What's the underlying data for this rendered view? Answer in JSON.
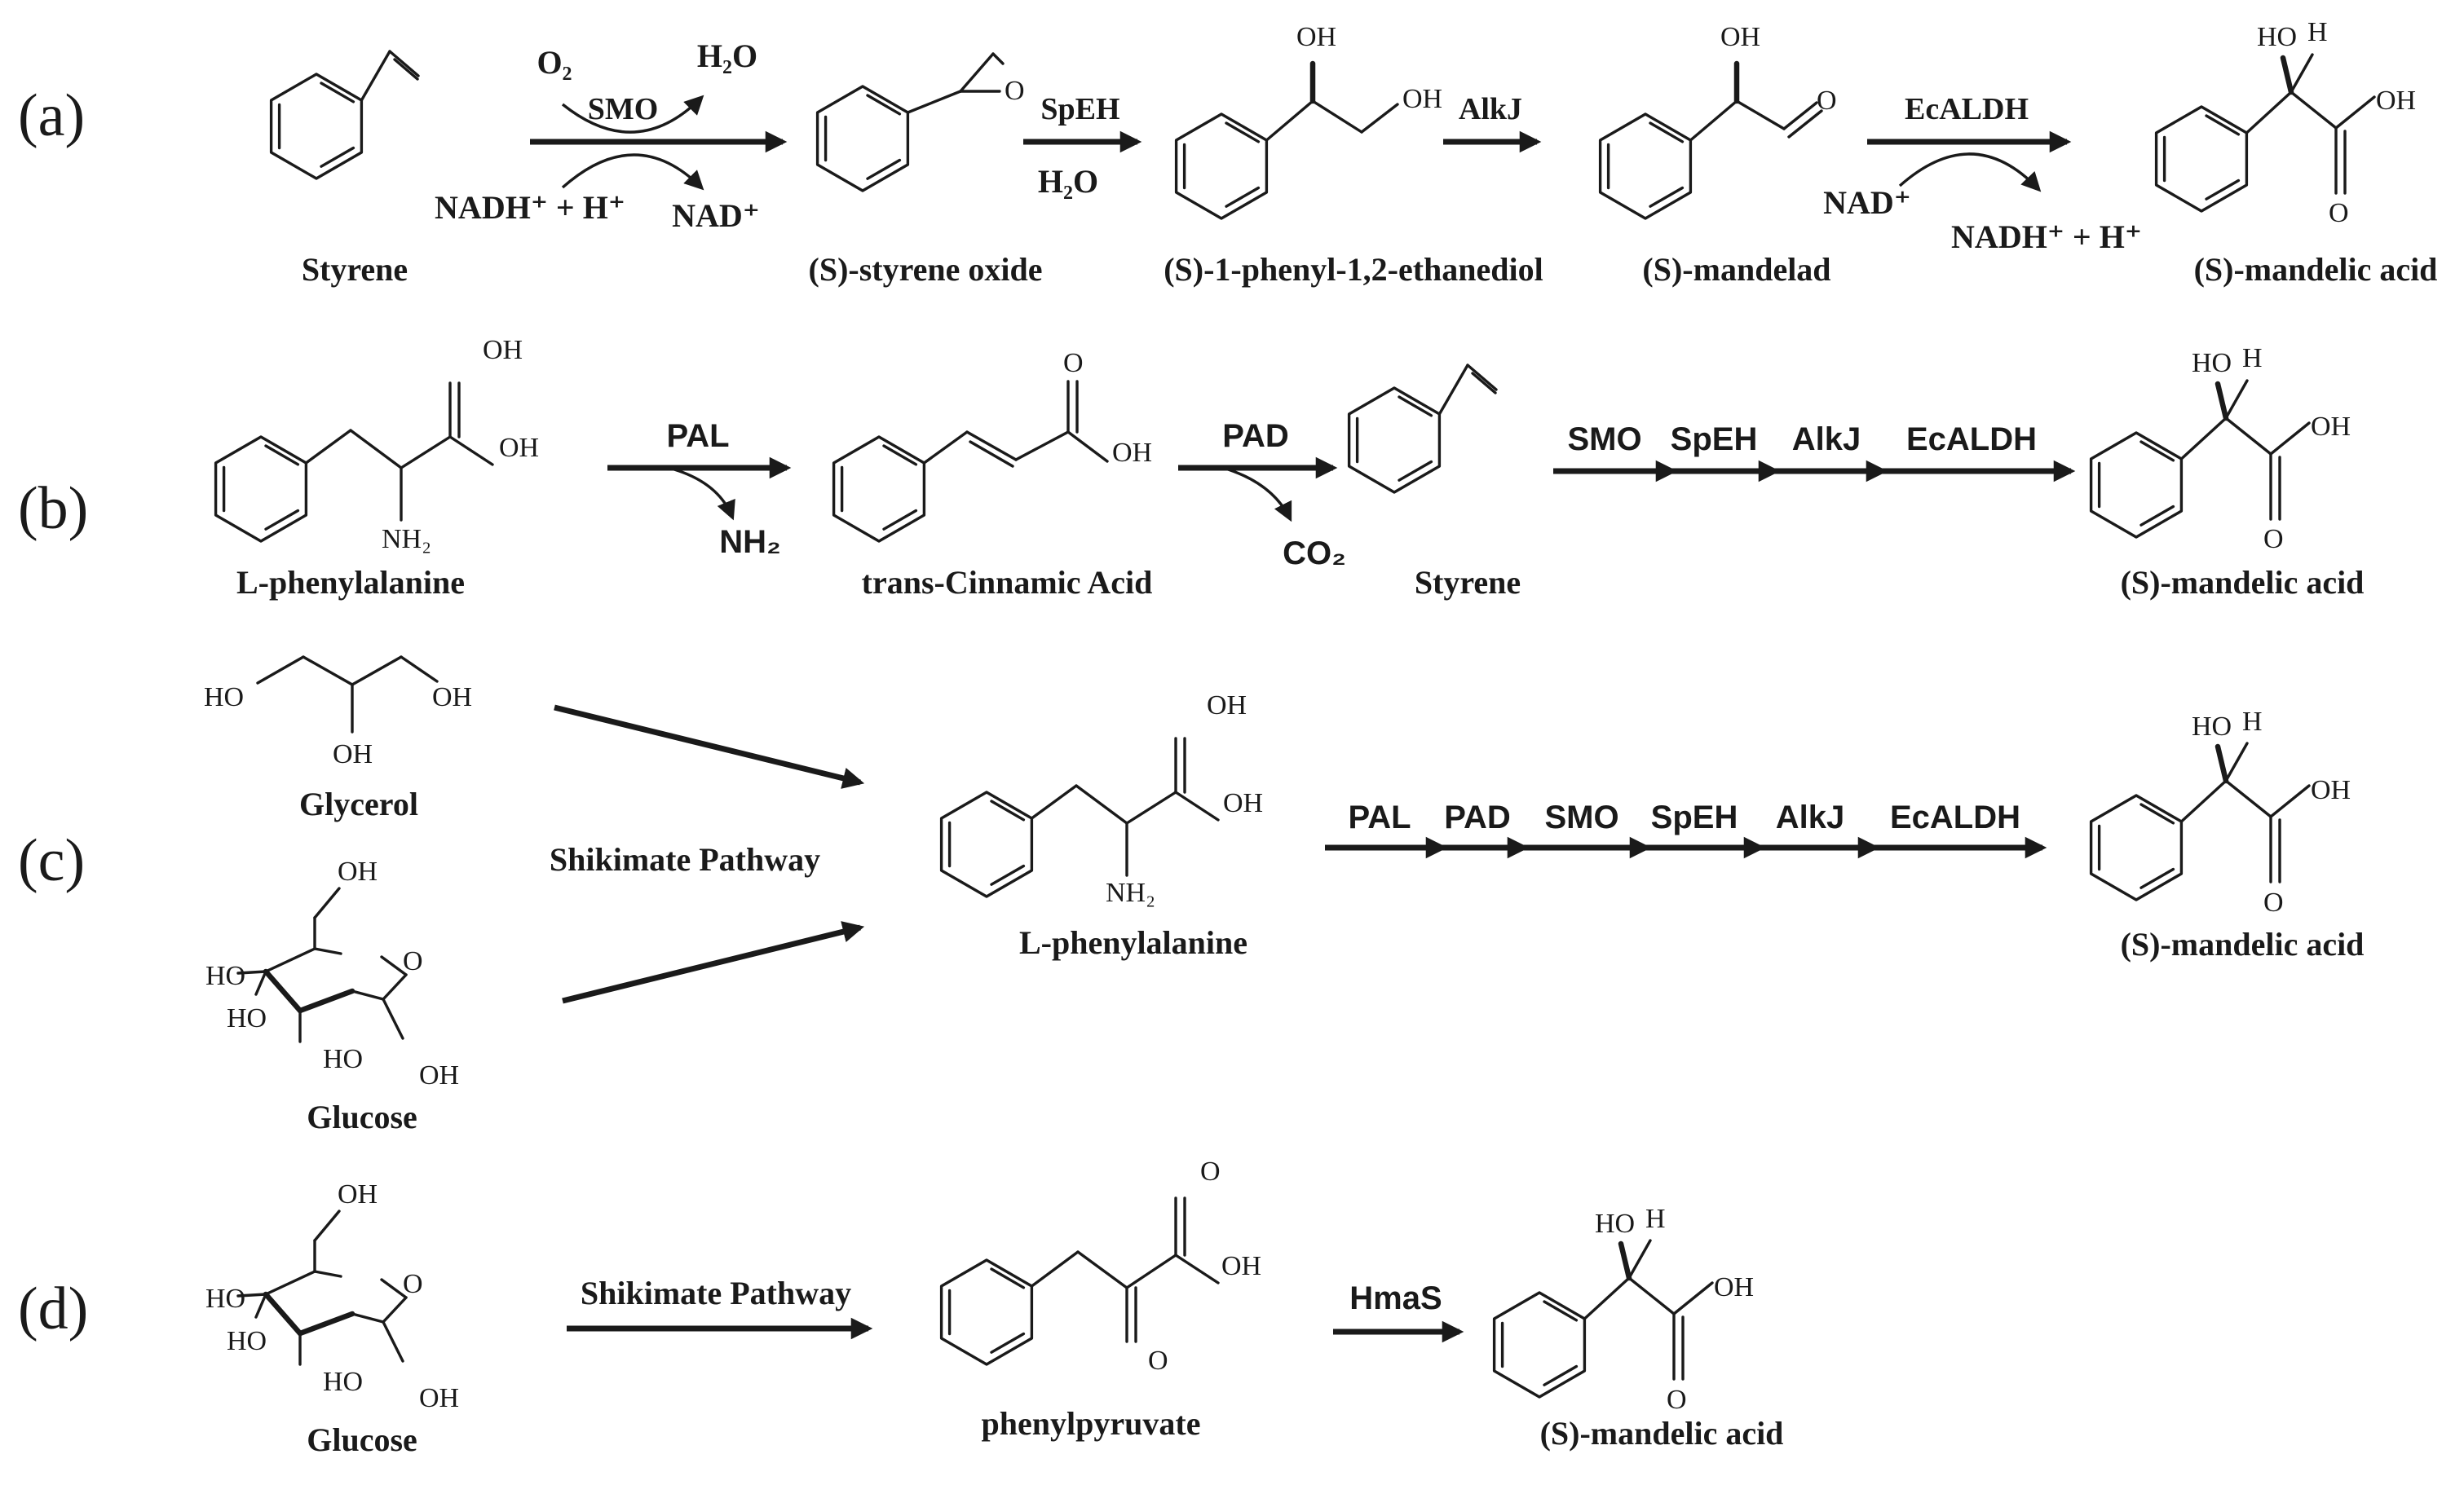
{
  "rows": {
    "a": {
      "label": "(a)",
      "captions": [
        "Styrene",
        "(S)-styrene oxide",
        "(S)-1-phenyl-1,2-ethanediol",
        "(S)-mandelad",
        "(S)-mandelic acid"
      ],
      "enzymes": {
        "smo": "SMO",
        "speh": "SpEH",
        "alkj": "AlkJ",
        "ecaldh": "EcALDH"
      },
      "cofactors": {
        "o2": "O₂",
        "h2o_out": "H₂O",
        "nadh_in": "NADH⁺ + H⁺",
        "nad_out": "NAD⁺",
        "h2o_in": "H₂O",
        "nad_in": "NAD⁺",
        "nadh_out": "NADH⁺ + H⁺"
      }
    },
    "b": {
      "label": "(b)",
      "captions": [
        "L-phenylalanine",
        "trans-Cinnamic Acid",
        "Styrene",
        "(S)-mandelic acid"
      ],
      "enzymes": {
        "pal": "PAL",
        "pad": "PAD",
        "smo": "SMO",
        "speh": "SpEH",
        "alkj": "AlkJ",
        "ecaldh": "EcALDH"
      },
      "byproducts": {
        "nh2": "NH₂",
        "co2": "CO₂"
      }
    },
    "c": {
      "label": "(c)",
      "captions": [
        "Glycerol",
        "Glucose",
        "L-phenylalanine",
        "(S)-mandelic acid"
      ],
      "pathway": "Shikimate Pathway",
      "enzymes": {
        "pal": "PAL",
        "pad": "PAD",
        "smo": "SMO",
        "speh": "SpEH",
        "alkj": "AlkJ",
        "ecaldh": "EcALDH"
      }
    },
    "d": {
      "label": "(d)",
      "captions": [
        "Glucose",
        "phenylpyruvate",
        "(S)-mandelic acid"
      ],
      "pathway": "Shikimate Pathway",
      "enzymes": {
        "hmas": "HmaS"
      }
    }
  },
  "atoms": {
    "oh": "OH",
    "ho": "HO",
    "h": "H",
    "o": "O",
    "nh2": "NH₂"
  }
}
